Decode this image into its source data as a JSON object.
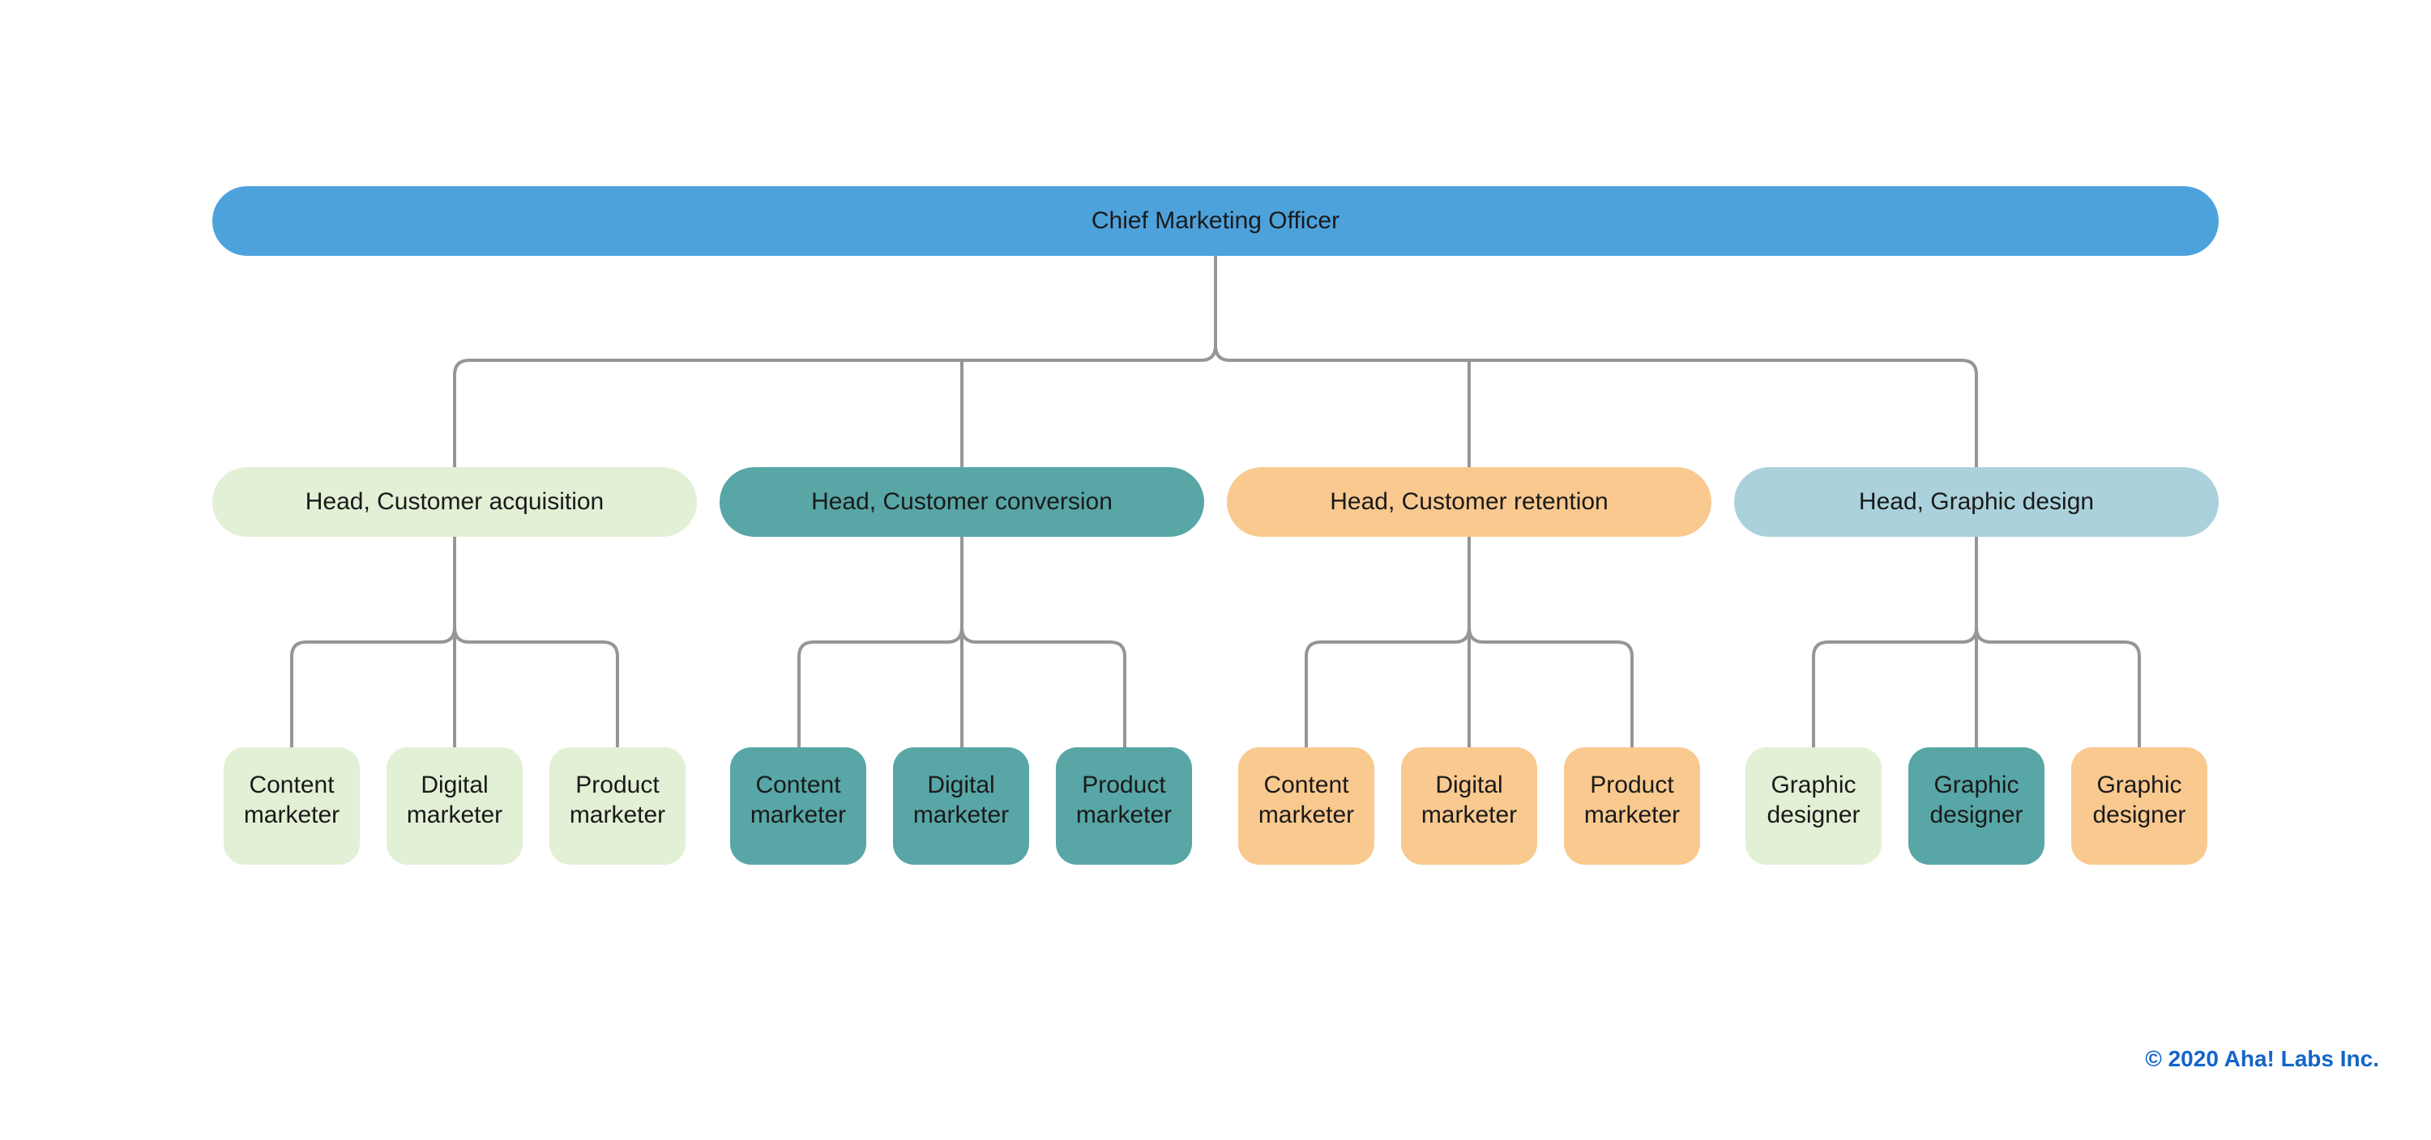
{
  "diagram": {
    "title_node": {
      "label": "Chief Marketing Officer",
      "color": "#4EA2DC"
    },
    "connector_color": "#969696",
    "text_color": "#1A1A1A",
    "groups": [
      {
        "head": {
          "label": "Head, Customer acquisition",
          "color": "#E2F0D5"
        },
        "children": [
          {
            "label": "Content marketer",
            "color": "#E2F0D5"
          },
          {
            "label": "Digital marketer",
            "color": "#E2F0D5"
          },
          {
            "label": "Product marketer",
            "color": "#E2F0D5"
          }
        ]
      },
      {
        "head": {
          "label": "Head, Customer conversion",
          "color": "#58A6A6"
        },
        "children": [
          {
            "label": "Content marketer",
            "color": "#58A6A6"
          },
          {
            "label": "Digital marketer",
            "color": "#58A6A6"
          },
          {
            "label": "Product marketer",
            "color": "#58A6A6"
          }
        ]
      },
      {
        "head": {
          "label": "Head, Customer retention",
          "color": "#F9C98F"
        },
        "children": [
          {
            "label": "Content marketer",
            "color": "#F9C98F"
          },
          {
            "label": "Digital marketer",
            "color": "#F9C98F"
          },
          {
            "label": "Product marketer",
            "color": "#F9C98F"
          }
        ]
      },
      {
        "head": {
          "label": "Head, Graphic design",
          "color": "#ABD2DC"
        },
        "children": [
          {
            "label": "Graphic designer",
            "color": "#E2F0D5"
          },
          {
            "label": "Graphic designer",
            "color": "#58A6A6"
          },
          {
            "label": "Graphic designer",
            "color": "#F9C98F"
          }
        ]
      }
    ],
    "footer": {
      "text": "© 2020 Aha! Labs Inc.",
      "color": "#1565C8"
    }
  }
}
